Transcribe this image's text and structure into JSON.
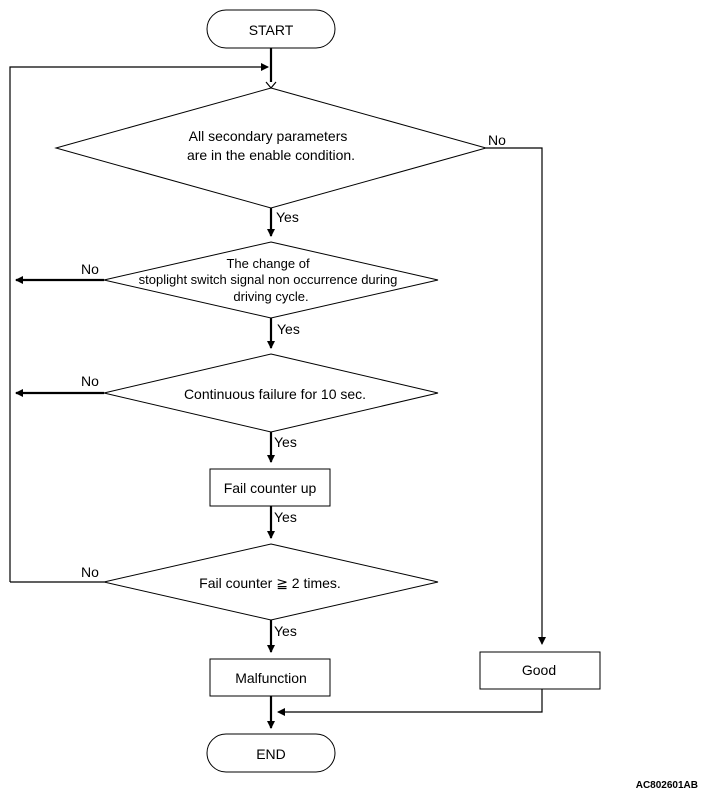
{
  "nodes": {
    "start": "START",
    "decision_enable": [
      "All secondary parameters",
      "are in the enable condition."
    ],
    "decision_stoplight": [
      "The change of",
      "stoplight switch signal non occurrence during",
      "driving cycle."
    ],
    "decision_continuous": "Continuous failure for 10 sec.",
    "process_fail_counter": "Fail counter up",
    "decision_fail_count": "Fail counter ≧ 2 times.",
    "malfunction": "Malfunction",
    "good": "Good",
    "end": "END"
  },
  "edges": {
    "yes": "Yes",
    "no": "No"
  },
  "reference_code": "AC802601AB"
}
